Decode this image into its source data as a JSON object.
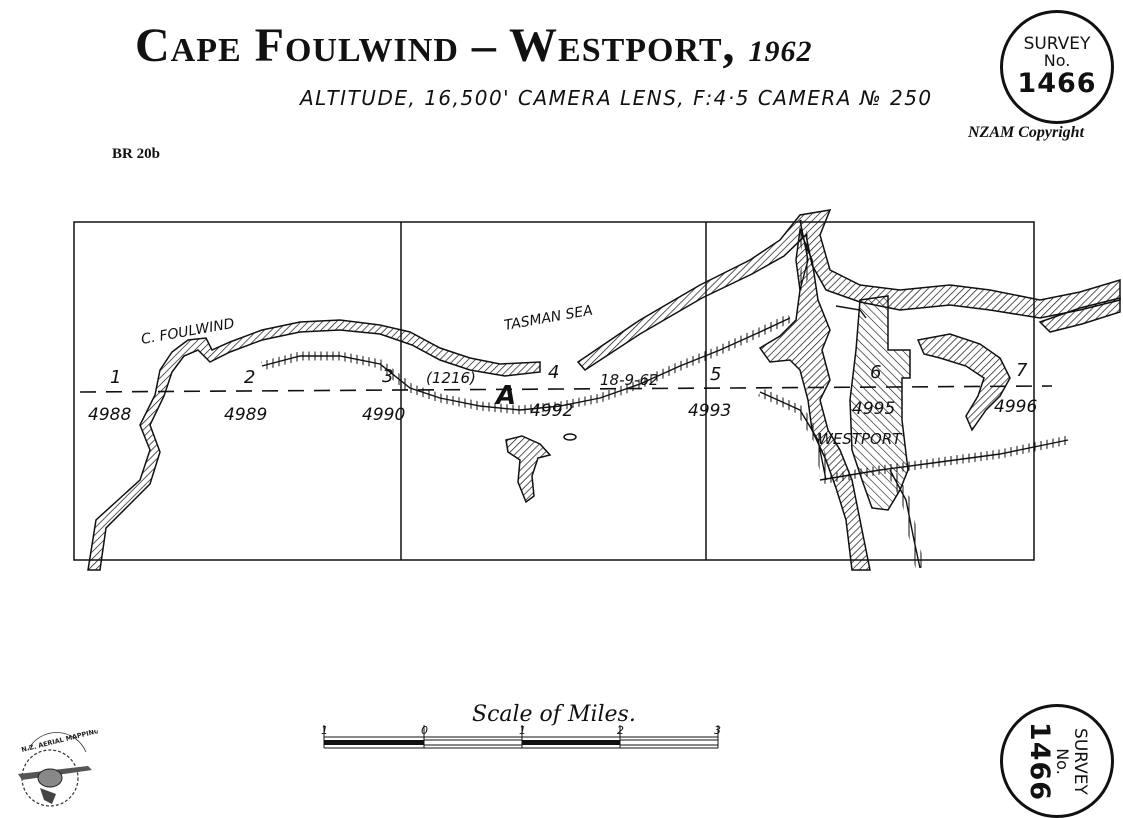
{
  "header": {
    "title": "Cape Foulwind – Westport,",
    "year": "1962",
    "subtitle": "ALTITUDE, 16,500'   CAMERA LENS, F:4·5   CAMERA № 250",
    "ref": "BR 20b",
    "copyright": "NZAM Copyright"
  },
  "badge": {
    "line1": "SURVEY",
    "line2": "No.",
    "number": "1466"
  },
  "map": {
    "place_labels": {
      "cape": "C. FOULWIND",
      "sea": "TASMAN SEA",
      "town": "WESTPORT"
    },
    "run_marker": "A",
    "run_ref": "(1216)",
    "run_date": "18-9-62",
    "exposures": [
      {
        "station": "1",
        "photo": "4988"
      },
      {
        "station": "2",
        "photo": "4989"
      },
      {
        "station": "3",
        "photo": "4990"
      },
      {
        "station": "4",
        "photo": "4992"
      },
      {
        "station": "5",
        "photo": "4993"
      },
      {
        "station": "6",
        "photo": "4995"
      },
      {
        "station": "7",
        "photo": "4996"
      }
    ]
  },
  "scale": {
    "label": "Scale of Miles.",
    "ticks": [
      "1",
      "0",
      "1",
      "2",
      "3"
    ]
  },
  "logo": {
    "text": "N.Z. AERIAL MAPPING"
  }
}
